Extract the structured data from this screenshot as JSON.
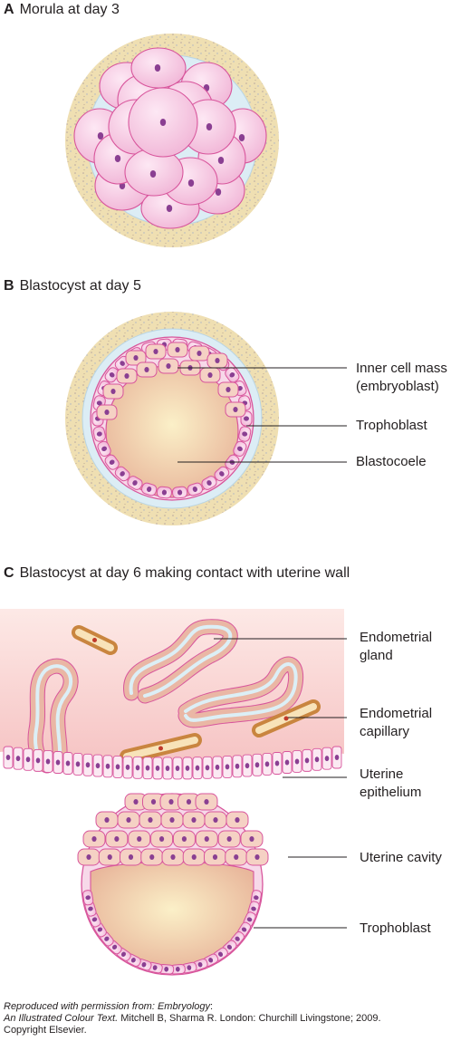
{
  "panels": {
    "a": {
      "letter": "A",
      "title": "Morula at day 3"
    },
    "b": {
      "letter": "B",
      "title": "Blastocyst at day 5"
    },
    "c": {
      "letter": "C",
      "title": "Blastocyst at day 6 making contact with uterine wall"
    }
  },
  "labels": {
    "inner_cell_mass": [
      "Inner cell mass",
      "(embryoblast)"
    ],
    "trophoblast_b": "Trophoblast",
    "blastocoele": "Blastocoele",
    "endometrial_gland": [
      "Endometrial",
      "gland"
    ],
    "endometrial_capillary": [
      "Endometrial",
      "capillary"
    ],
    "uterine_epithelium": [
      "Uterine",
      "epithelium"
    ],
    "uterine_cavity": "Uterine cavity",
    "trophoblast_c": "Trophoblast"
  },
  "caption": {
    "prefix": "Reproduced with permission from: ",
    "book_title": "Embryology",
    "colon": ":",
    "book_subtitle": "An Illustrated Colour Text.",
    "details": " Mitchell B, Sharma R. London: Churchill Livingstone; 2009.",
    "copyright": "Copyright Elsevier."
  },
  "colors": {
    "zona": "#ecd9a8",
    "cell_fill": "#f6c8e2",
    "cell_edge": "#d8559c",
    "nucleus": "#8a3f92",
    "fluid": "#d9ecf4",
    "cavity": "#f1cfae",
    "endometrium": "#f9d6d4",
    "gland_cell": "#eab7a5",
    "capillary": "#c9853f"
  }
}
